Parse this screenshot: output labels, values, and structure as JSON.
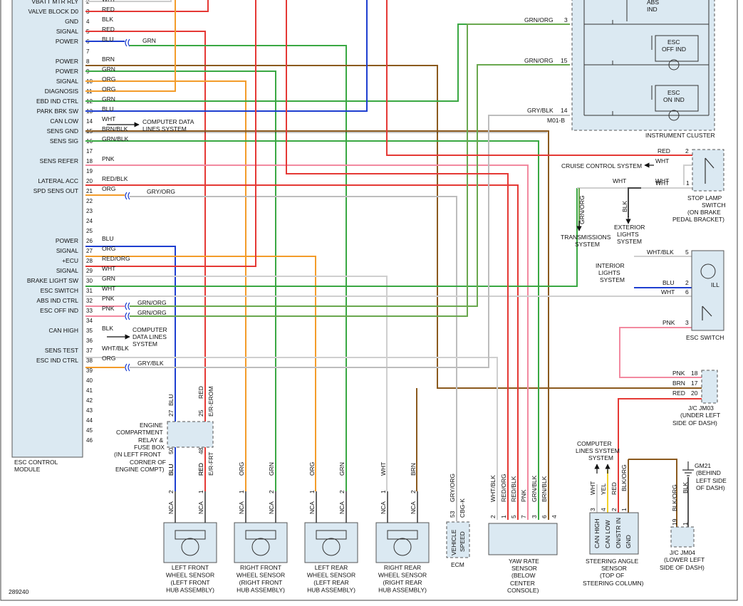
{
  "module": {
    "label_line1": "ESC CONTROL",
    "label_line2": "MODULE",
    "pins": [
      {
        "num": "2",
        "name": "VBATT MTR RLY",
        "wire": "WHT"
      },
      {
        "num": "3",
        "name": "VALVE BLOCK D0",
        "wire": "RED"
      },
      {
        "num": "4",
        "name": "GND",
        "wire": "BLK"
      },
      {
        "num": "5",
        "name": "SIGNAL",
        "wire": "RED"
      },
      {
        "num": "6",
        "name": "POWER",
        "wire": "BLU"
      },
      {
        "num": "7",
        "name": "",
        "wire": ""
      },
      {
        "num": "8",
        "name": "POWER",
        "wire": "BRN"
      },
      {
        "num": "9",
        "name": "POWER",
        "wire": "GRN"
      },
      {
        "num": "10",
        "name": "SIGNAL",
        "wire": "ORG"
      },
      {
        "num": "11",
        "name": "DIAGNOSIS",
        "wire": "ORG"
      },
      {
        "num": "12",
        "name": "EBD IND CTRL",
        "wire": "GRN"
      },
      {
        "num": "13",
        "name": "PARK BRK SW",
        "wire": "BLU"
      },
      {
        "num": "14",
        "name": "CAN LOW",
        "wire": "WHT"
      },
      {
        "num": "15",
        "name": "SENS GND",
        "wire": "BRN/BLK"
      },
      {
        "num": "16",
        "name": "SENS SIG",
        "wire": "GRN/BLK"
      },
      {
        "num": "17",
        "name": "",
        "wire": ""
      },
      {
        "num": "18",
        "name": "SENS REFER",
        "wire": "PNK"
      },
      {
        "num": "19",
        "name": "",
        "wire": ""
      },
      {
        "num": "20",
        "name": "LATERAL ACC",
        "wire": "RED/BLK"
      },
      {
        "num": "21",
        "name": "SPD SENS OUT",
        "wire": "ORG"
      },
      {
        "num": "22",
        "name": "",
        "wire": ""
      },
      {
        "num": "23",
        "name": "",
        "wire": ""
      },
      {
        "num": "24",
        "name": "",
        "wire": ""
      },
      {
        "num": "25",
        "name": "",
        "wire": ""
      },
      {
        "num": "26",
        "name": "POWER",
        "wire": "BLU"
      },
      {
        "num": "27",
        "name": "SIGNAL",
        "wire": "ORG"
      },
      {
        "num": "28",
        "name": "+ECU",
        "wire": "RED/ORG"
      },
      {
        "num": "29",
        "name": "SIGNAL",
        "wire": "WHT"
      },
      {
        "num": "30",
        "name": "BRAKE LIGHT SW",
        "wire": "GRN"
      },
      {
        "num": "31",
        "name": "ESC SWITCH",
        "wire": "WHT"
      },
      {
        "num": "32",
        "name": "ABS IND CTRL",
        "wire": "PNK"
      },
      {
        "num": "33",
        "name": "ESC OFF IND",
        "wire": "PNK"
      },
      {
        "num": "34",
        "name": "",
        "wire": ""
      },
      {
        "num": "35",
        "name": "CAN HIGH",
        "wire": "BLK"
      },
      {
        "num": "36",
        "name": "",
        "wire": ""
      },
      {
        "num": "37",
        "name": "SENS TEST",
        "wire": "WHT/BLK"
      },
      {
        "num": "38",
        "name": "ESC IND CTRL",
        "wire": "ORG"
      },
      {
        "num": "39",
        "name": "",
        "wire": ""
      },
      {
        "num": "40",
        "name": "",
        "wire": ""
      },
      {
        "num": "41",
        "name": "",
        "wire": ""
      },
      {
        "num": "42",
        "name": "",
        "wire": ""
      },
      {
        "num": "43",
        "name": "",
        "wire": ""
      },
      {
        "num": "44",
        "name": "",
        "wire": ""
      },
      {
        "num": "45",
        "name": "",
        "wire": ""
      },
      {
        "num": "46",
        "name": "",
        "wire": ""
      }
    ]
  },
  "splices": {
    "grn_6": "GRN",
    "gry_org_21": "GRY/ORG",
    "grn_org_32": "GRN/ORG",
    "grn_org_33": "GRN/ORG",
    "gry_blk_38": "GRY/BLK"
  },
  "can_systems": {
    "low_line1": "COMPUTER DATA",
    "low_line2": "LINES SYSTEM",
    "high_line1": "COMPUTER",
    "high_line2": "DATA LINES",
    "high_line3": "SYSTEM"
  },
  "cluster": {
    "label": "INSTRUMENT CLUSTER",
    "abs_ind_line1": "ABS",
    "abs_ind_line2": "IND",
    "esc_off_line1": "ESC",
    "esc_off_line2": "OFF IND",
    "esc_on_line1": "ESC",
    "esc_on_line2": "ON IND",
    "pin3_wire": "GRN/ORG",
    "pin3": "3",
    "pin15_wire": "GRN/ORG",
    "pin15": "15",
    "pin14_wire": "GRY/BLK",
    "pin14": "14",
    "connector": "M01-B"
  },
  "stop_lamp": {
    "line1": "STOP LAMP",
    "line2": "SWITCH",
    "line3": "(ON BRAKE",
    "line4": "PEDAL BRACKET)",
    "pin2_wire": "RED",
    "pin2": "2",
    "pin1_wire": "WHT",
    "pin1": "1",
    "cruise": "CRUISE CONTROL SYSTEM",
    "cruise_wire": "WHT",
    "wht_left": "WHT",
    "wht_right": "WHT",
    "trans_wire": "GRN/ORG",
    "trans_line1": "TRANSMISSIONS",
    "trans_line2": "SYSTEM",
    "ext_wire": "BLK",
    "ext_line1": "EXTERIOR",
    "ext_line2": "LIGHTS",
    "ext_line3": "SYSTEM"
  },
  "esc_switch": {
    "label": "ESC SWITCH",
    "ill": "ILL",
    "interior_line1": "INTERIOR",
    "interior_line2": "LIGHTS",
    "interior_line3": "SYSTEM",
    "pin5_wire": "WHT/BLK",
    "pin5": "5",
    "pin2_wire": "BLU",
    "pin2": "2",
    "pin6_wire": "WHT",
    "pin6": "6",
    "pin3_wire": "PNK",
    "pin3": "3"
  },
  "jm03": {
    "line1": "J/C JM03",
    "line2": "(UNDER LEFT",
    "line3": "SIDE OF DASH)",
    "pin18_wire": "PNK",
    "pin18": "18",
    "pin17_wire": "BRN",
    "pin17": "17",
    "pin20_wire": "RED",
    "pin20": "20"
  },
  "relay_box": {
    "line1": "ENGINE",
    "line2": "COMPARTMENT",
    "line3": "RELAY &",
    "line4": "FUSE BOX",
    "line5": "(IN LEFT FRONT",
    "line6": "CORNER OF",
    "line7": "ENGINE COMPT)",
    "p27_wire": "BLU",
    "p27": "27",
    "p25_wire": "RED",
    "p25": "25",
    "p25_conn": "E/R-EROM",
    "p50_wire": "BLU",
    "p50": "50",
    "p48_wire": "RED",
    "p48": "48",
    "p48_conn": "E/R-FRT"
  },
  "wheel_sensors": [
    {
      "line1": "LEFT FRONT",
      "line2": "WHEEL SENSOR",
      "line3": "(LEFT FRONT",
      "line4": "HUB ASSEMBLY)",
      "w1": "BLU",
      "p1": "2",
      "w2": "RED",
      "p2": "1",
      "n1": "NCA",
      "n2": "NCA"
    },
    {
      "line1": "RIGHT FRONT",
      "line2": "WHEEL SENSOR",
      "line3": "(RIGHT FRONT",
      "line4": "HUB ASSEMBLY)",
      "w1": "ORG",
      "p1": "1",
      "w2": "GRN",
      "p2": "2",
      "n1": "NCA",
      "n2": "NCA"
    },
    {
      "line1": "LEFT REAR",
      "line2": "WHEEL SENSOR",
      "line3": "(LEFT REAR",
      "line4": "HUB ASSEMBLY)",
      "w1": "ORG",
      "p1": "1",
      "w2": "GRN",
      "p2": "2",
      "n1": "NCA",
      "n2": "NCA"
    },
    {
      "line1": "RIGHT REAR",
      "line2": "WHEEL SENSOR",
      "line3": "(RIGHT REAR",
      "line4": "HUB ASSEMBLY)",
      "w1": "WHT",
      "p1": "1",
      "w2": "BRN",
      "p2": "2",
      "n1": "NCA",
      "n2": "NCA"
    }
  ],
  "ecm": {
    "label": "ECM",
    "box_line1": "VEHICLE",
    "box_line2": "SPEED",
    "wire": "GRY/ORG",
    "pin": "53",
    "conn": "CBG-K"
  },
  "yaw": {
    "line1": "YAW RATE",
    "line2": "SENSOR",
    "line3": "(BELOW",
    "line4": "CENTER",
    "line5": "CONSOLE)",
    "wires": [
      {
        "w": "WHT/BLK",
        "p": "2"
      },
      {
        "w": "RED/ORG",
        "p": "1"
      },
      {
        "w": "RED/BLK",
        "p": "5"
      },
      {
        "w": "PNK",
        "p": "7"
      },
      {
        "w": "GRN/BLK",
        "p": "3"
      },
      {
        "w": "BRN/BLK",
        "p": "6"
      }
    ],
    "pin4": "4"
  },
  "steering": {
    "line1": "STEERING ANGLE",
    "line2": "SENSOR",
    "line3": "(TOP OF",
    "line4": "STEERING COLUMN)",
    "pins": [
      "CAN HIGH",
      "CAN LOW",
      "ON/STR IN",
      "GND"
    ],
    "wires": [
      {
        "w": "WHT",
        "p": "3"
      },
      {
        "w": "YEL",
        "p": "4"
      },
      {
        "w": "RED",
        "p": "2"
      },
      {
        "w": "BLK/ORG",
        "p": "1"
      }
    ]
  },
  "ground": {
    "name": "GM21",
    "line1": "(BEHIND",
    "line2": "LEFT SIDE",
    "line3": "OF DASH)"
  },
  "jm04": {
    "line1": "J/C JM04",
    "line2": "(LOWER LEFT",
    "line3": "SIDE OF DASH)",
    "w1": "BLK/ORG",
    "p1": "19",
    "w2": "BLK",
    "p2": "1"
  },
  "figure_id": "289240"
}
